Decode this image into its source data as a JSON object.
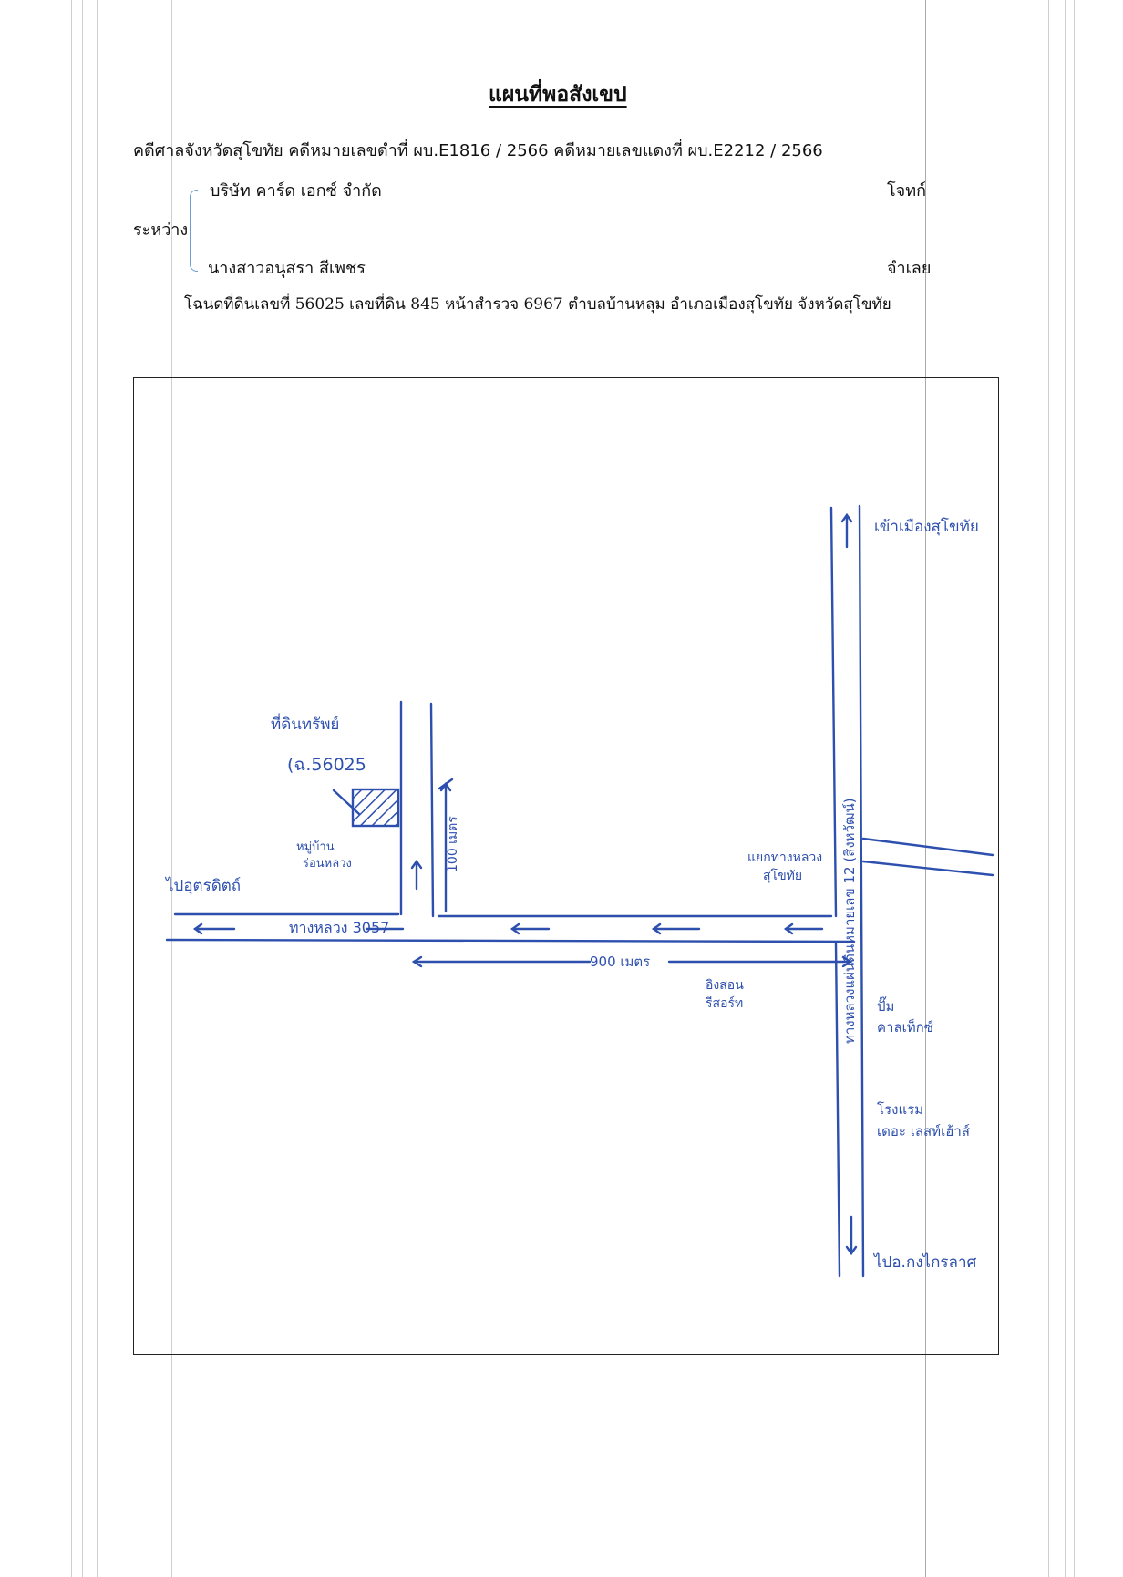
{
  "title": "แผนที่พอสังเขป",
  "case_line": "คดีศาลจังหวัดสุโขทัย  คดีหมายเลขดำที่  ผบ.E1816 / 2566  คดีหมายเลขแดงที่  ผบ.E2212 / 2566",
  "parties": {
    "plaintiff_name": "บริษัท คาร์ด เอกซ์ จำกัด",
    "plaintiff_role": "โจทก์",
    "between_label": "ระหว่าง",
    "defendant_name": "นางสาวอนุสรา  สีเพชร",
    "defendant_role": "จำเลย"
  },
  "deed_line": "โฉนดที่ดินเลขที่ 56025  เลขที่ดิน 845  หน้าสำรวจ 6967  ตำบลบ้านหลุม  อำเภอเมืองสุโขทัย  จังหวัดสุโขทัย",
  "map": {
    "property_label_1": "ที่ดินทรัพย์",
    "property_label_2": "(ฉ.56025",
    "land_note_1": "หมู่บ้าน",
    "land_note_2": "ร่อนหลวง",
    "to_left": "ไปอุตรดิตถ์",
    "main_road": "ทางหลวง 3057",
    "distance_label": "900 เมตร",
    "short_distance": "100 เมตร",
    "junction_1": "แยกทางหลวง",
    "junction_2": "สุโขทัย",
    "vertical_road": "ทางหลวงแผ่นดินหมายเลข 12 (สิงหวัฒน์)",
    "to_city": "เข้าเมืองสุโขทัย",
    "resort_1": "อิงสอน",
    "resort_2": "รีสอร์ท",
    "pump_1": "ปั๊ม",
    "pump_2": "คาลเท็กซ์",
    "hotel_1": "โรงแรม",
    "hotel_2": "เดอะ เลสท์เฮ้าส์",
    "to_bottom": "ไปอ.กงไกรลาศ"
  },
  "colors": {
    "ink": "#2d4fae",
    "frame": "#222222"
  }
}
